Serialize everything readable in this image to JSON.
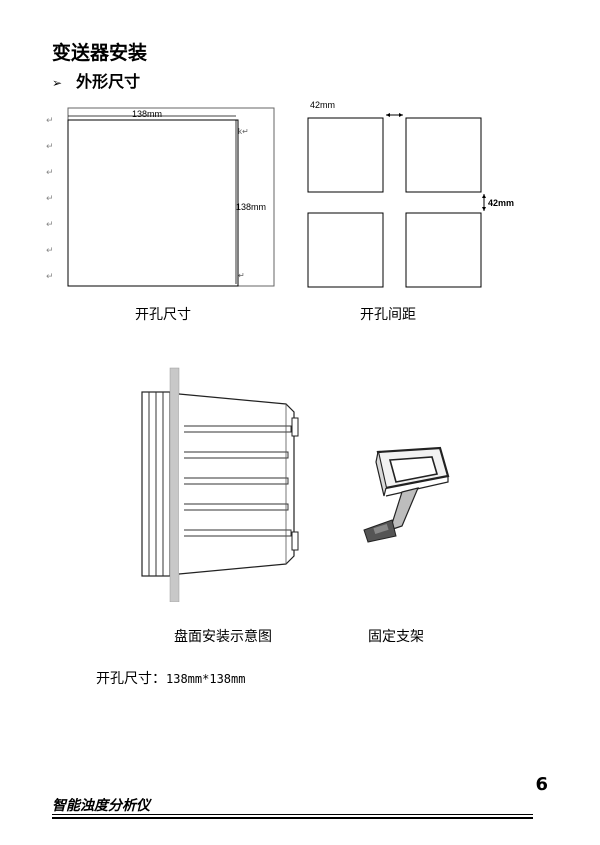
{
  "heading": "变送器安装",
  "subheading": {
    "bullet": "➢",
    "label": "外形尺寸"
  },
  "cutout_drawing": {
    "width_label": "138mm",
    "height_label": "138mm",
    "caption": "开孔尺寸"
  },
  "spacing_drawing": {
    "h_gap_label": "42mm",
    "v_gap_label": "42mm",
    "caption": "开孔间距"
  },
  "panel_drawing": {
    "caption": "盘面安装示意图"
  },
  "bracket_drawing": {
    "caption": "固定支架"
  },
  "spec": {
    "label": "开孔尺寸：",
    "value": "138mm*138mm"
  },
  "page_number": "6",
  "footer": "智能浊度分析仪"
}
